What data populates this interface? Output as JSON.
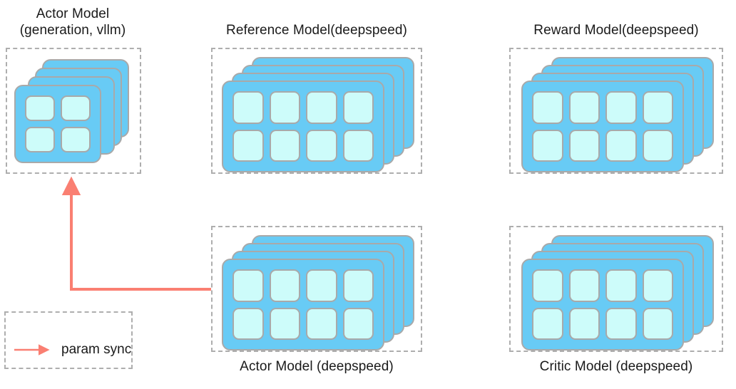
{
  "diagram": {
    "title_note": "RLHF model placement layout",
    "colors": {
      "card_fill": "#68cbf5",
      "cell_fill": "#cdfcfa",
      "card_stroke": "#a9a9a9",
      "dashed_stroke": "#aeaeae",
      "arrow": "#fa7f72",
      "text": "#1a1a1a",
      "background": "#ffffff"
    },
    "groups": [
      {
        "id": "actor-vllm",
        "caption": "Actor Model\n(generation, vllm)",
        "caption_position": "top",
        "grid": "2x2",
        "cells": 4,
        "layers": 4
      },
      {
        "id": "reference",
        "caption": "Reference Model(deepspeed)",
        "caption_position": "top",
        "grid": "4x2",
        "cells": 8,
        "layers": 4
      },
      {
        "id": "reward",
        "caption": "Reward Model(deepspeed)",
        "caption_position": "top",
        "grid": "4x2",
        "cells": 8,
        "layers": 4
      },
      {
        "id": "actor-deepspeed",
        "caption": "Actor Model (deepspeed)",
        "caption_position": "bottom",
        "grid": "4x2",
        "cells": 8,
        "layers": 4
      },
      {
        "id": "critic",
        "caption": "Critic Model (deepspeed)",
        "caption_position": "bottom",
        "grid": "4x2",
        "cells": 8,
        "layers": 4
      }
    ],
    "connections": [
      {
        "id": "param-sync-edge",
        "from": "actor-deepspeed",
        "to": "actor-vllm",
        "label": "param sync",
        "style": "elbow-arrow"
      }
    ],
    "legend": {
      "items": [
        {
          "id": "param-sync",
          "label": "param sync",
          "marker": "arrow"
        }
      ]
    }
  }
}
